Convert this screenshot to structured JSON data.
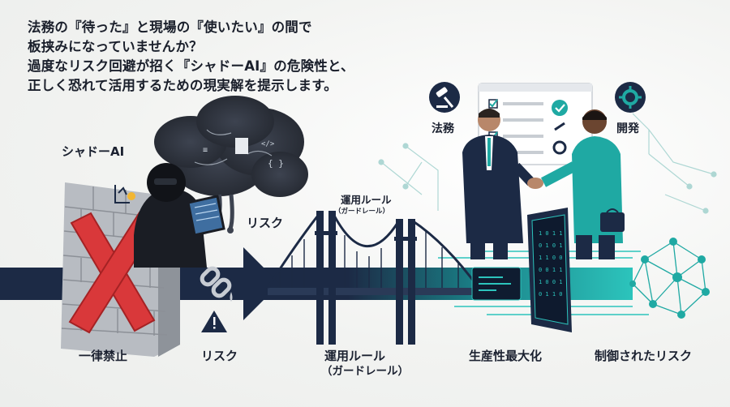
{
  "intro": {
    "line1": "法務の『待った』と現場の『使いたい』の間で",
    "line2": "板挟みになっていませんか？",
    "line3": "過度なリスク回避が招く『シャドーAI』の危険性と、",
    "line4": "正しく恐れて活用するための現実解を提示します。"
  },
  "labels": {
    "shadow_ai": "シャドーAI",
    "risk_cloud": "リスク",
    "ban": "一律禁止",
    "risk": "リスク",
    "rules_top": "運用ルール",
    "guardrail_top": "（ガードレール）",
    "rules_bottom": "運用ルール",
    "guardrail_bottom": "（ガードレール）",
    "legal": "法務",
    "dev": "開発",
    "productivity": "生産性最大化",
    "controlled_risk": "制御されたリスク"
  },
  "colors": {
    "navy": "#1c2a45",
    "teal": "#1fa9a3",
    "red": "#d9383a"
  }
}
